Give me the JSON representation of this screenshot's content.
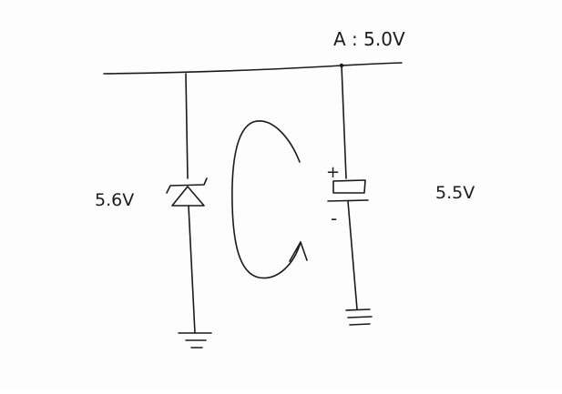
{
  "labels": {
    "node_a": "A : 5.0V",
    "zener_voltage": "5.6V",
    "capacitor_voltage": "5.5V",
    "cap_plus": "+",
    "cap_minus": "-"
  },
  "colors": {
    "ink": "#1a1a1a",
    "paper": "#fdfdfd"
  },
  "components": {
    "zener": "zener-diode-symbol",
    "capacitor": "polarized-capacitor-symbol",
    "ground_left": "ground-symbol",
    "ground_right": "ground-symbol",
    "loop_arrow": "current-loop-arrow"
  }
}
